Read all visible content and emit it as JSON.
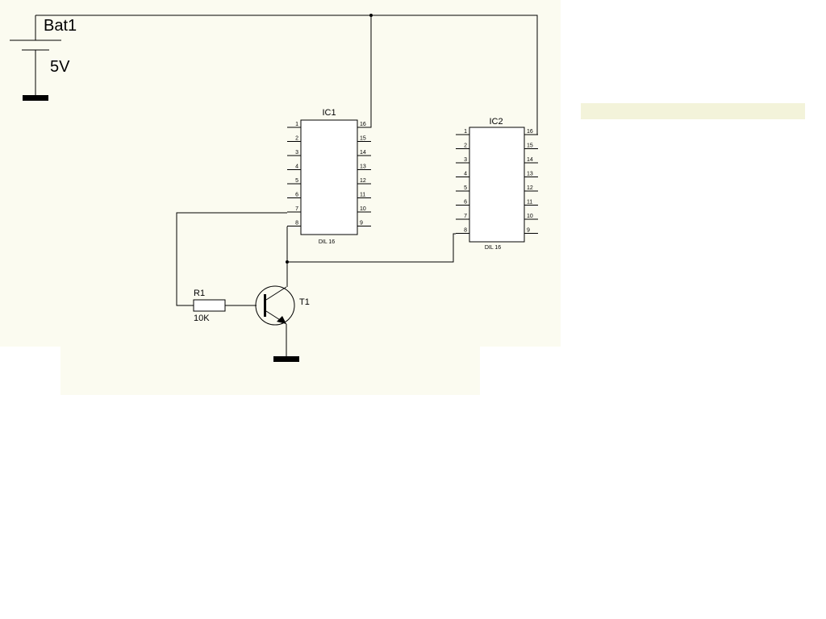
{
  "colors": {
    "canvas": "#fbfbf0",
    "ink": "#000000",
    "faint": "#f3f3da",
    "page": "#ffffff"
  },
  "battery": {
    "ref": "Bat1",
    "value": "5V"
  },
  "resistor": {
    "ref": "R1",
    "value": "10K"
  },
  "transistor": {
    "ref": "T1"
  },
  "ic1": {
    "ref": "IC1",
    "package": "DIL 16"
  },
  "ic2": {
    "ref": "IC2",
    "package": "DIL 16"
  },
  "pins_left": [
    "1",
    "2",
    "3",
    "4",
    "5",
    "6",
    "7",
    "8"
  ],
  "pins_right": [
    "16",
    "15",
    "14",
    "13",
    "12",
    "11",
    "10",
    "9"
  ]
}
